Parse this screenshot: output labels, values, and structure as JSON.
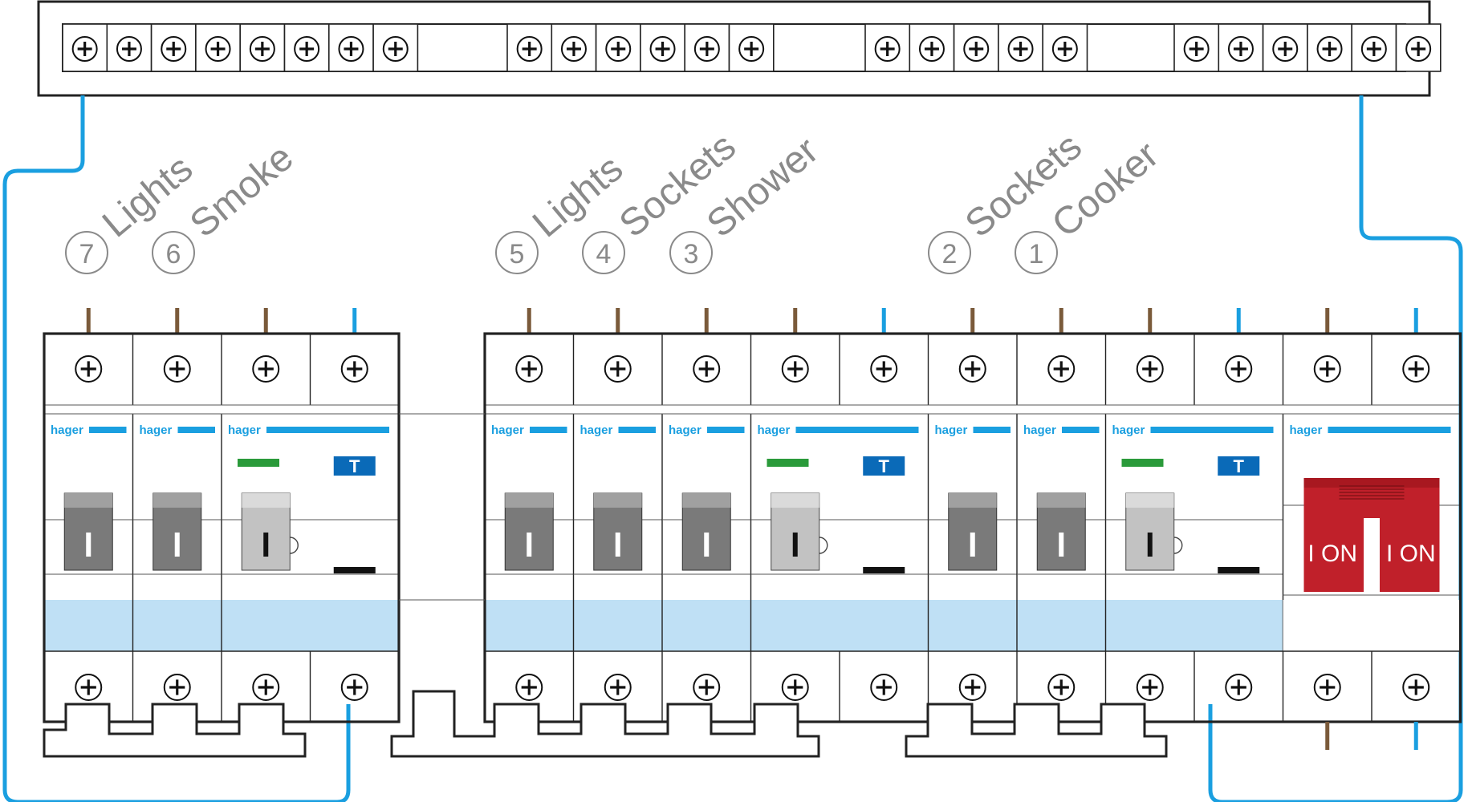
{
  "circuits": [
    {
      "number": "7",
      "name": "Lights"
    },
    {
      "number": "6",
      "name": "Smoke"
    },
    {
      "number": "5",
      "name": "Lights"
    },
    {
      "number": "4",
      "name": "Sockets"
    },
    {
      "number": "3",
      "name": "Shower"
    },
    {
      "number": "2",
      "name": "Sockets"
    },
    {
      "number": "1",
      "name": "Cooker"
    }
  ],
  "devices": {
    "brand": "hager",
    "test_button_label": "T",
    "main_switch_labels": [
      "I ON",
      "I ON"
    ]
  },
  "colors": {
    "live_wire": "#7a5a3a",
    "neutral_wire": "#1a9fe0",
    "brand_blue": "#1a9fe0",
    "rcd_indicator_green": "#2a9a3a",
    "test_button_blue": "#0a6ab8",
    "switch_red": "#c0202a",
    "window_blue": "#bfe0f5",
    "label_grey": "#8a8a8a"
  },
  "icons": {
    "terminal_screw": "terminal-screw-icon"
  }
}
